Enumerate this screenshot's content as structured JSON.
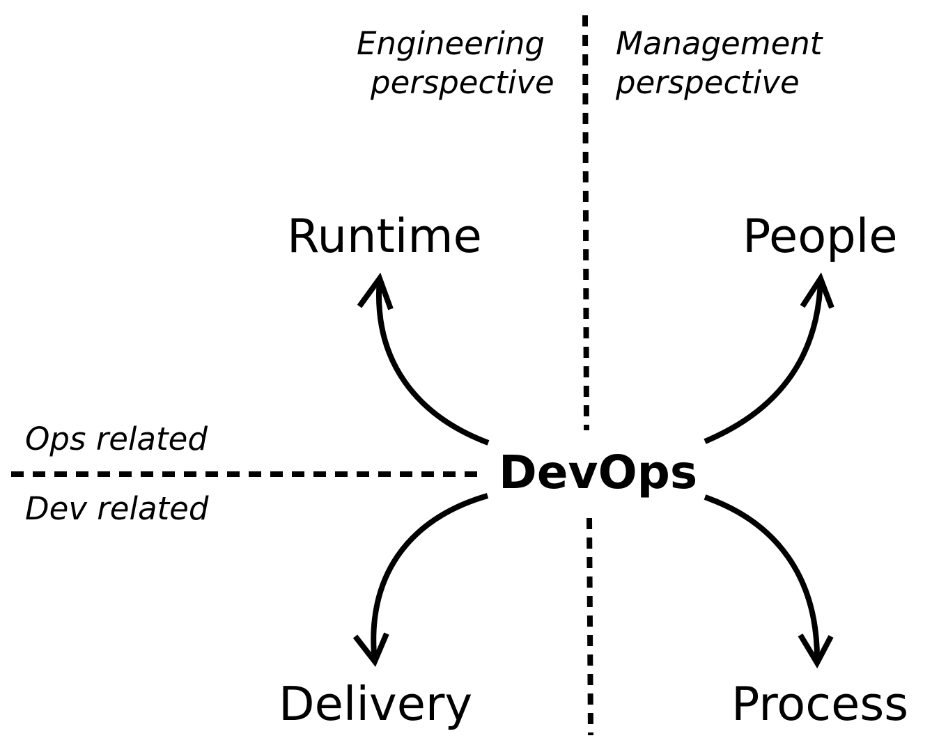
{
  "diagram": {
    "center": "DevOps",
    "nodes": {
      "top_left": "Runtime",
      "top_right": "People",
      "bottom_left": "Delivery",
      "bottom_right": "Process"
    },
    "axes": {
      "engineering": "Engineering",
      "engineering_line2": "perspective",
      "management": "Management",
      "management_line2": "perspective",
      "ops": "Ops related",
      "dev": "Dev related"
    },
    "colors": {
      "ink": "#000000",
      "background": "#ffffff"
    }
  }
}
